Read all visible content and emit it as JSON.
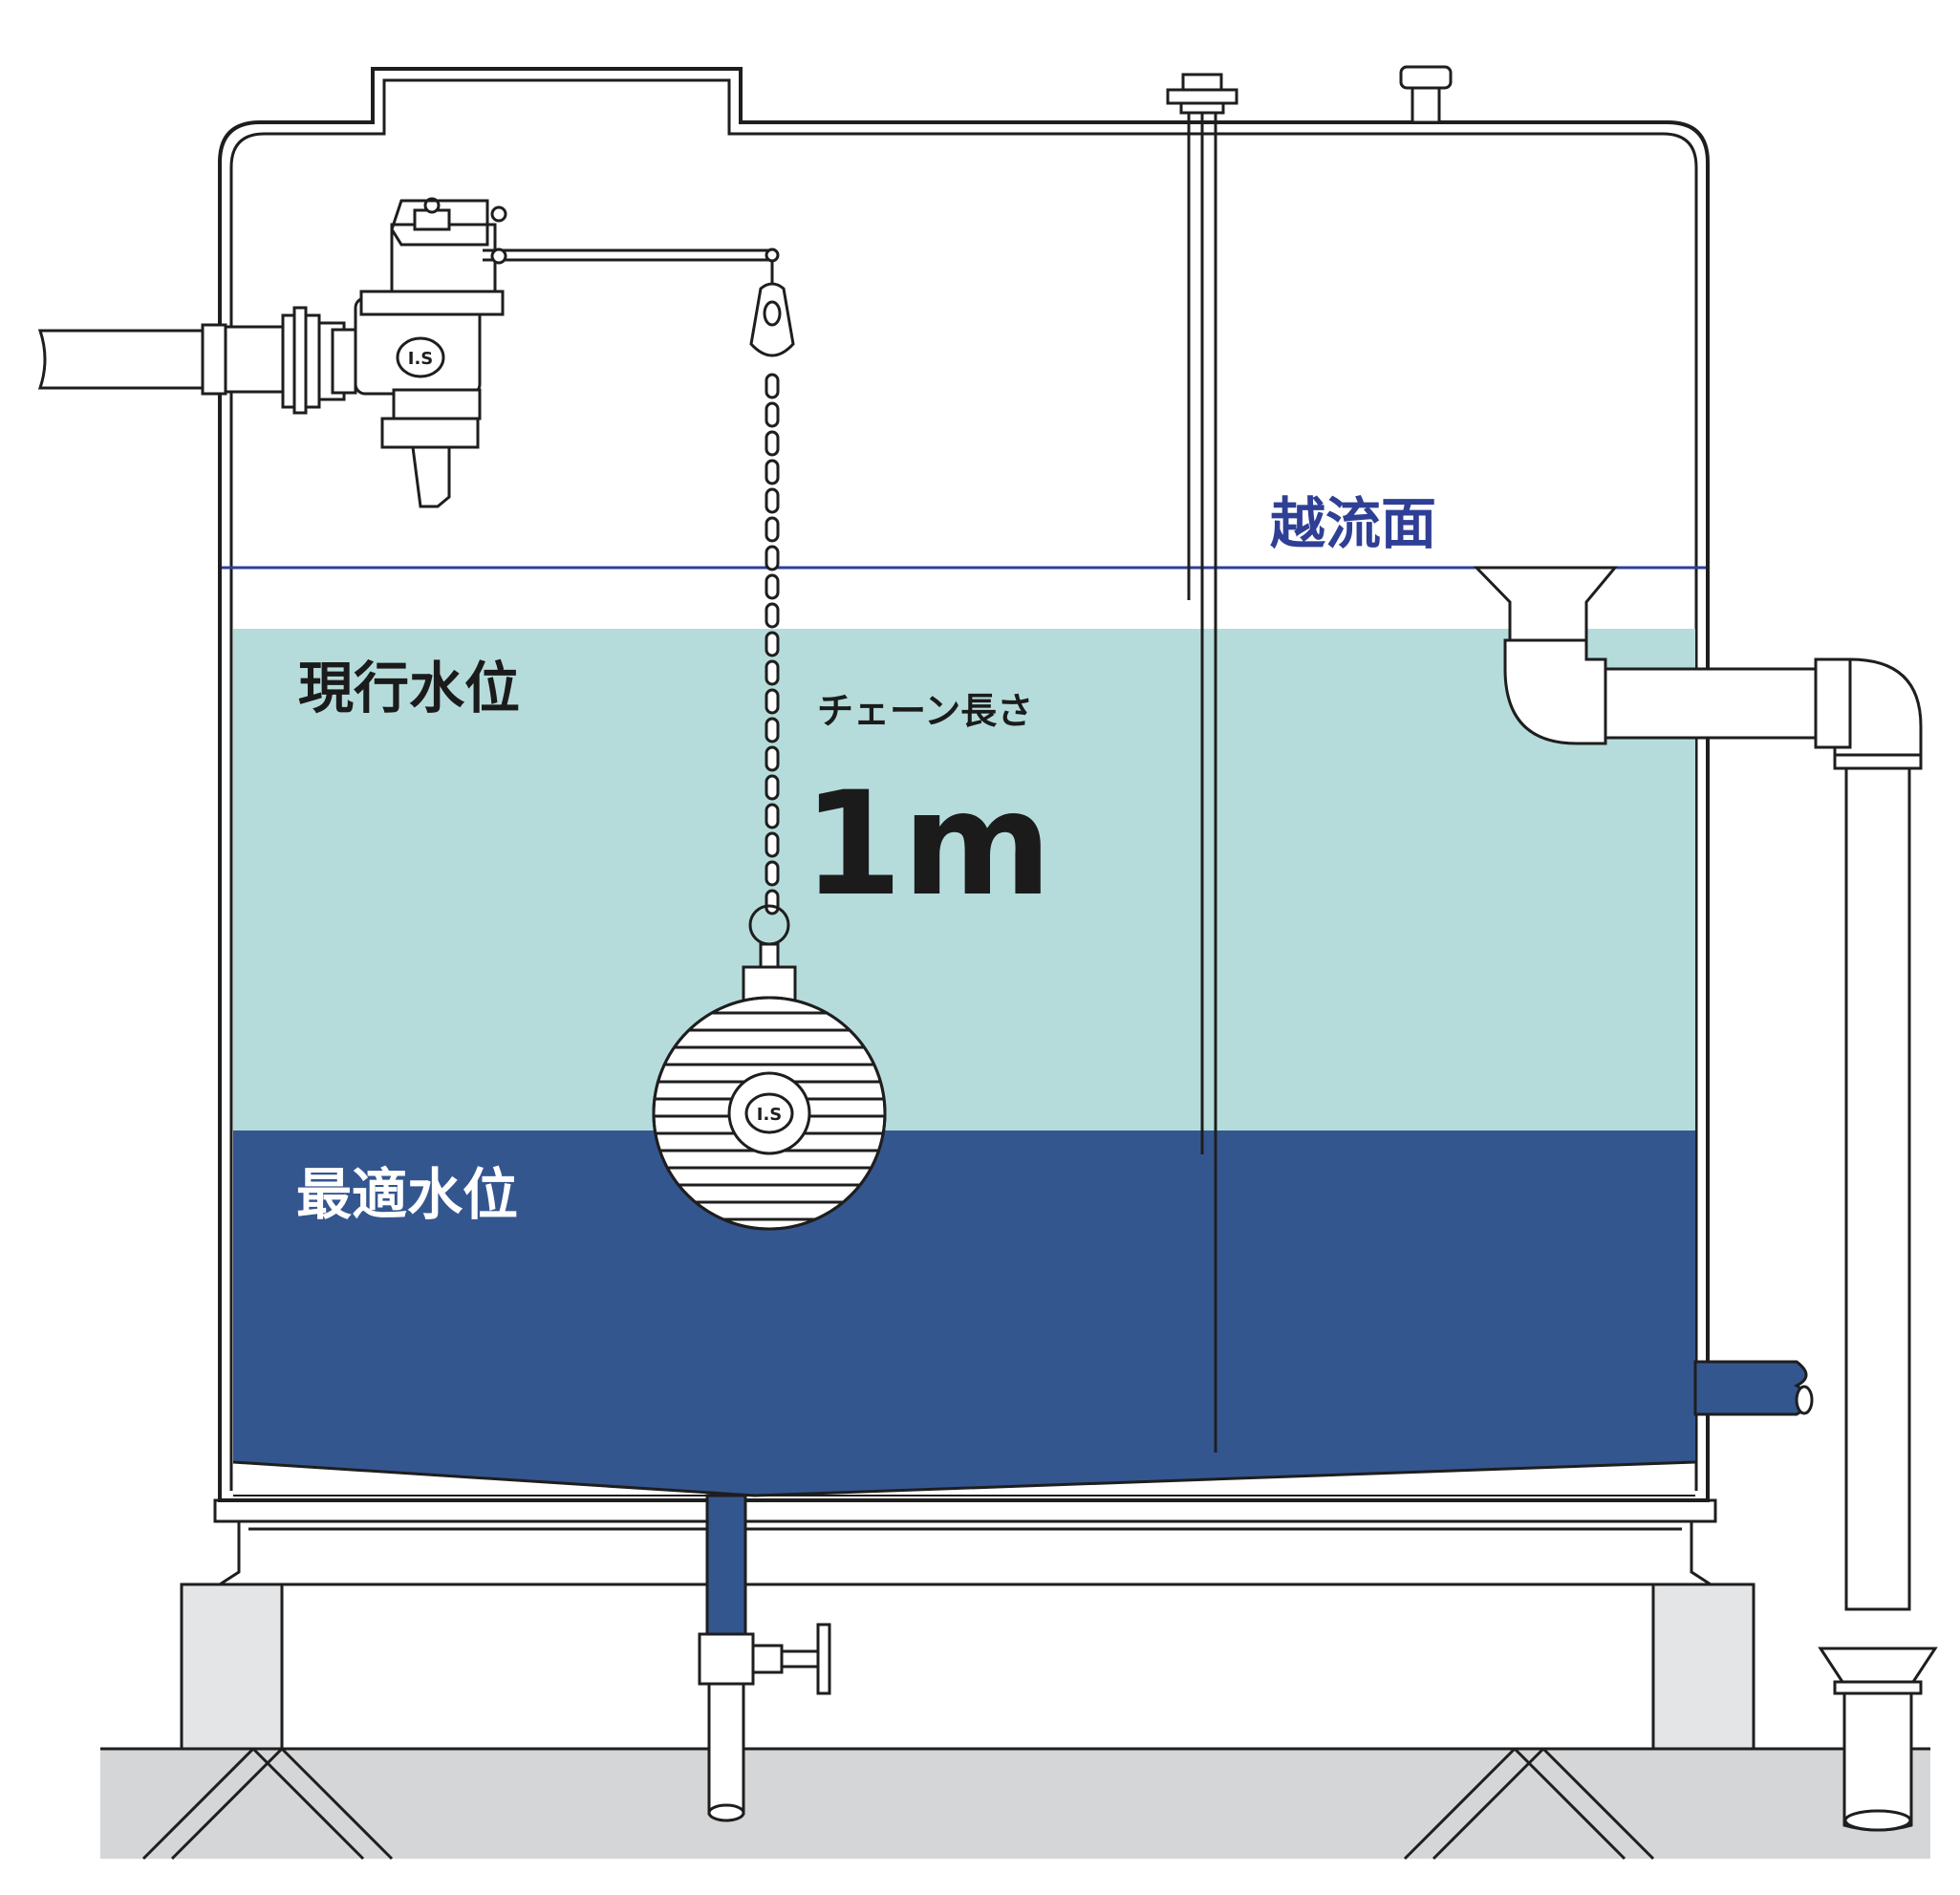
{
  "labels": {
    "overflow_surface": "越流面",
    "current_water_level": "現行水位",
    "chain_length_caption": "チェーン長さ",
    "chain_length_value": "1m",
    "optimal_water_level": "最適水位"
  },
  "valve_logo": "I.S",
  "float_logo": "I.S",
  "colors": {
    "outline": "#1e1e1e",
    "water_light": "#b5dcdb",
    "water_dark": "#34568f",
    "overflow_line": "#2f3f95",
    "overflow_label": "#2f3f95",
    "ground": "#d5d6d7",
    "foundation": "#e4e5e6",
    "label_dark": "#1b1b1b",
    "label_light": "#ffffff"
  }
}
